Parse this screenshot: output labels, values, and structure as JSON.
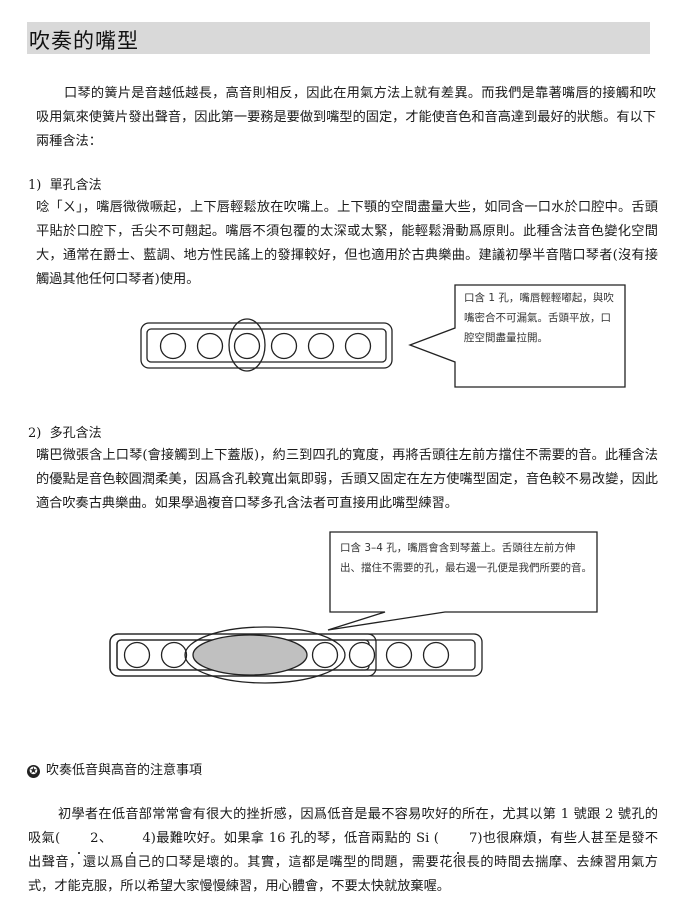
{
  "page": {
    "title": "吹奏的嘴型",
    "intro": "口琴的簧片是音越低越長，高音則相反，因此在用氣方法上就有差異。而我們是靠著嘴唇的接觸和吹吸用氣來使簧片發出聲音，因此第一要務是要做到嘴型的固定，才能使音色和音高達到最好的狀態。有以下兩種含法："
  },
  "sections": [
    {
      "number": "1)",
      "heading": "單孔含法",
      "body": "唸「ㄨ」，嘴唇微微噘起，上下唇輕鬆放在吹嘴上。上下顎的空間盡量大些，如同含一口水於口腔中。舌頭平貼於口腔下，舌尖不可翹起。嘴唇不須包覆的太深或太緊，能輕鬆滑動爲原則。此種含法音色變化空間大，通常在爵士、藍調、地方性民謠上的發揮較好，但也適用於古典樂曲。建議初學半音階口琴者(沒有接觸過其他任何口琴者)使用。",
      "diagram": {
        "hole_count": 6,
        "highlighted_hole": 3,
        "callout": "口含 1 孔，嘴唇輕輕嘟起，與吹嘴密合不可漏氣。舌頭平放，口腔空間盡量拉開。"
      }
    },
    {
      "number": "2)",
      "heading": "多孔含法",
      "body": "嘴巴微張含上口琴(會接觸到上下蓋版)，約三到四孔的寬度，再將舌頭往左前方擋住不需要的音。此種含法的優點是音色較圓潤柔美，因爲含孔較寬出氣即弱，舌頭又固定在左方使嘴型固定，音色較不易改變，因此適合吹奏古典樂曲。如果學過複音口琴多孔含法者可直接用此嘴型練習。",
      "diagram": {
        "visible_holes": 7,
        "mouth_holes": "3-4",
        "callout": "口含 3–4 孔，嘴唇會含到琴蓋上。舌頭往左前方伸出、擋住不需要的孔，最右邊一孔便是我們所要的音。"
      }
    }
  ],
  "note": {
    "icon": "star-circle-icon",
    "heading": "吹奏低音與高音的注意事項",
    "body_parts": {
      "p1": "初學者在低音部常常會有很大的挫折感，因爲低音是最不容易吹好的所在，尤其以第 1 號跟 2 號孔的吸氣(",
      "n1": "2",
      "sep": "、",
      "n2": "4",
      "p2": ")最難吹好。如果拿 16 孔的琴，低音兩點的 Si (",
      "n3": "7",
      "p3": ")也很麻煩，有些人甚至是發不出聲音，還以爲自己的口琴是壞的。其實，這都是嘴型的問題，需要花很長的時間去揣摩、去練習用氣方式，才能克服，所以希望大家慢慢練習，用心體會，不要太快就放棄喔。"
    }
  },
  "colors": {
    "title_bar": "#d9d9d9",
    "mouth_fill": "#c0c0c0",
    "line": "#222222"
  }
}
